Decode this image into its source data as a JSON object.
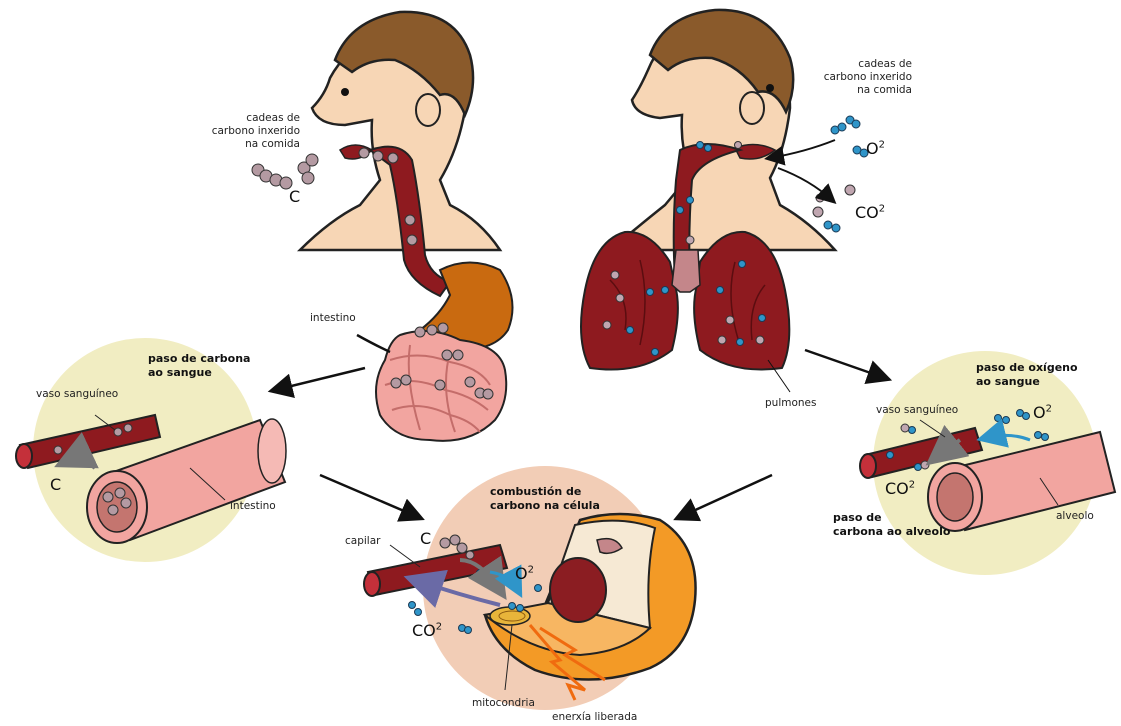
{
  "left_head": {
    "label": "cadeas de\ncarbono inxerido\nna comida",
    "carbon": "C"
  },
  "right_head": {
    "label": "cadeas de\ncarbono inxerido\nna comida",
    "oxygen_base": "O",
    "oxygen_sup": "2",
    "co2_base": "CO",
    "co2_sup": "2"
  },
  "digestion": {
    "intestine_label": "intestino"
  },
  "lungs": {
    "label": "pulmones"
  },
  "left_circle": {
    "title": "paso de carbona\nao sangue",
    "vessel_label": "vaso sanguíneo",
    "carbon": "C",
    "intestine_label": "intestino"
  },
  "right_circle": {
    "title": "paso de oxígeno\nao sangue",
    "vessel_label": "vaso sanguíneo",
    "oxygen_base": "O",
    "oxygen_sup": "2",
    "co2_base": "CO",
    "co2_sup": "2",
    "title2": "paso de\ncarbona ao alveolo",
    "alveolus_label": "alveolo"
  },
  "cell": {
    "title": "combustión de\ncarbono na célula",
    "capillary_label": "capilar",
    "carbon": "C",
    "oxygen_base": "O",
    "oxygen_sup": "2",
    "co2_base": "CO",
    "co2_sup": "2",
    "mitochondria_label": "mitocondria",
    "energy_label": "enerxía liberada"
  },
  "colors": {
    "skin": "#f7d6b5",
    "hair": "#8a5a2b",
    "blood": "#8e1a1f",
    "stomach": "#c96a10",
    "intestine": "#f2a5a0",
    "circle_bg": "#f1edc2",
    "cell_bg": "#f2cdb6",
    "cell_orange": "#f39a26",
    "nucleus": "#8b1d22",
    "oxygen": "#2f95c9",
    "carbon": "#8c6f7a"
  }
}
